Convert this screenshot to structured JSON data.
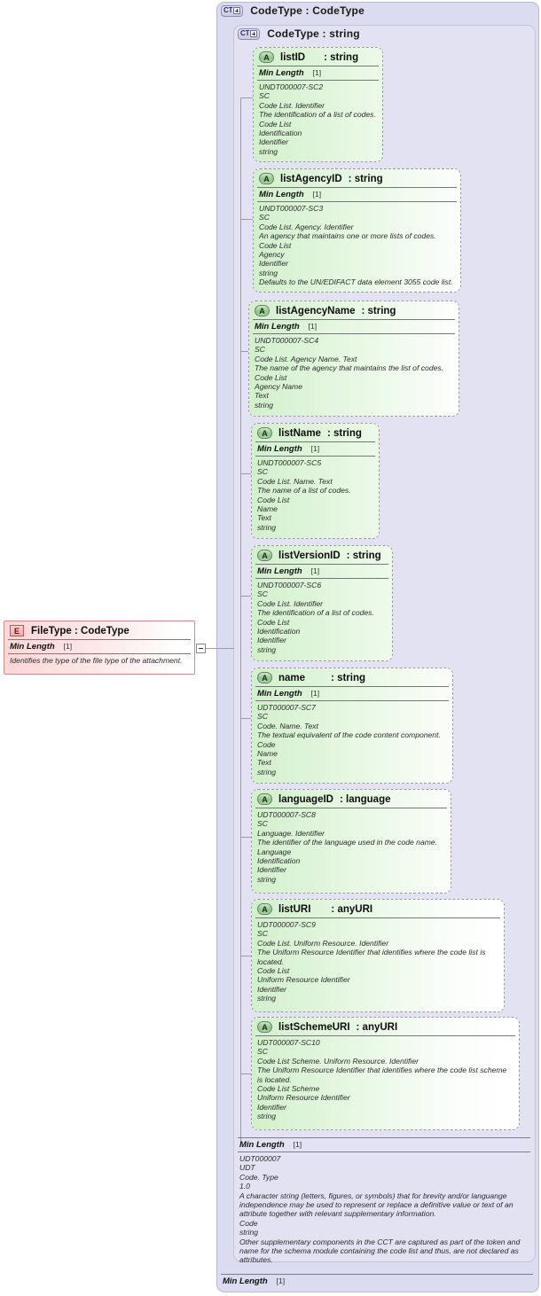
{
  "diagram": {
    "title": "XSD schema diagram — CodeType",
    "icons": {
      "complex_type": "CT",
      "attribute": "A",
      "element": "E",
      "expander": "minus"
    },
    "outer_container": {
      "icon": "complexType-expand-icon",
      "label": "CodeType : CodeType"
    },
    "inner_container": {
      "icon": "complexType-expand-icon",
      "label": "CodeType : string"
    },
    "element_box": {
      "icon": "element-icon",
      "name": "FileType",
      "type": "CodeType",
      "label": "FileType : CodeType",
      "facet_label": "Min Length",
      "facet_value": "[1]",
      "documentation": [
        "Identifies the type of the file type of the attachment."
      ]
    },
    "attributes": [
      {
        "icon": "attribute-icon",
        "name": "listID",
        "type": ": string",
        "facet_label": "Min Length",
        "facet_value": "[1]",
        "documentation": [
          "UNDT000007-SC2",
          "SC",
          "Code List. Identifier",
          "The identification of a list of codes.",
          "Code List",
          "Identification",
          "Identifier",
          "string"
        ]
      },
      {
        "icon": "attribute-icon",
        "name": "listAgencyID",
        "type": ": string",
        "facet_label": "Min Length",
        "facet_value": "[1]",
        "documentation": [
          "UNDT000007-SC3",
          "SC",
          "Code List. Agency. Identifier",
          "An agency that maintains one or more lists of codes.",
          "Code List",
          "Agency",
          "Identifier",
          "string",
          "Defaults to the UN/EDIFACT data element 3055 code list."
        ]
      },
      {
        "icon": "attribute-icon",
        "name": "listAgencyName",
        "type": ": string",
        "facet_label": "Min Length",
        "facet_value": "[1]",
        "documentation": [
          "UNDT000007-SC4",
          "SC",
          "Code List. Agency Name. Text",
          "The name of the agency that maintains the list of codes.",
          "Code List",
          "Agency Name",
          "Text",
          "string"
        ]
      },
      {
        "icon": "attribute-icon",
        "name": "listName",
        "type": ": string",
        "facet_label": "Min Length",
        "facet_value": "[1]",
        "documentation": [
          "UNDT000007-SC5",
          "SC",
          "Code List. Name. Text",
          "The name of a list of codes.",
          "Code List",
          "Name",
          "Text",
          "string"
        ]
      },
      {
        "icon": "attribute-icon",
        "name": "listVersionID",
        "type": ": string",
        "facet_label": "Min Length",
        "facet_value": "[1]",
        "documentation": [
          "UNDT000007-SC6",
          "SC",
          "Code List. Identifier",
          "The identification of a list of codes.",
          "Code List",
          "Identification",
          "Identifier",
          "string"
        ]
      },
      {
        "icon": "attribute-icon",
        "name": "name",
        "type": ": string",
        "facet_label": "Min Length",
        "facet_value": "[1]",
        "documentation": [
          "UDT000007-SC7",
          "SC",
          "Code. Name. Text",
          "The textual equivalent of the code content component.",
          "Code",
          "Name",
          "Text",
          "string"
        ]
      },
      {
        "icon": "attribute-icon",
        "name": "languageID",
        "type": ": language",
        "facet_label": "",
        "facet_value": "",
        "documentation": [
          "UDT000007-SC8",
          "SC",
          "Language. Identifier",
          "The identifier of the language used in the code name.",
          "Language",
          "Identification",
          "Identifier",
          "string"
        ]
      },
      {
        "icon": "attribute-icon",
        "name": "listURI",
        "type": ": anyURI",
        "facet_label": "",
        "facet_value": "",
        "documentation": [
          "UDT000007-SC9",
          "SC",
          "Code List. Uniform Resource. Identifier",
          "The Uniform Resource Identifier that identifies where the code list is located.",
          "Code List",
          "Uniform Resource Identifier",
          "Identifier",
          "string"
        ]
      },
      {
        "icon": "attribute-icon",
        "name": "listSchemeURI",
        "type": ": anyURI",
        "facet_label": "",
        "facet_value": "",
        "documentation": [
          "UDT000007-SC10",
          "SC",
          "Code List Scheme. Uniform Resource. Identifier",
          "The Uniform Resource Identifier that identifies where the code list scheme is located.",
          "Code List Scheme",
          "Uniform Resource Identifier",
          "Identifier",
          "string"
        ]
      }
    ],
    "inner_footer": {
      "facet_label": "Min Length",
      "facet_value": "[1]",
      "documentation": [
        "UDT000007",
        "UDT",
        "Code. Type",
        "1.0",
        "A character string (letters, figures, or symbols) that for brevity and/or languange independence may be used to represent or replace a definitive value or text of an attribute together with relevant supplementary information.",
        "Code",
        "string",
        "Other supplementary components in the CCT are captured as part of the token and name for the schema module containing the code list and thus, are not declared as attributes."
      ]
    },
    "outer_footer": {
      "facet_label": "Min Length",
      "facet_value": "[1]"
    }
  }
}
